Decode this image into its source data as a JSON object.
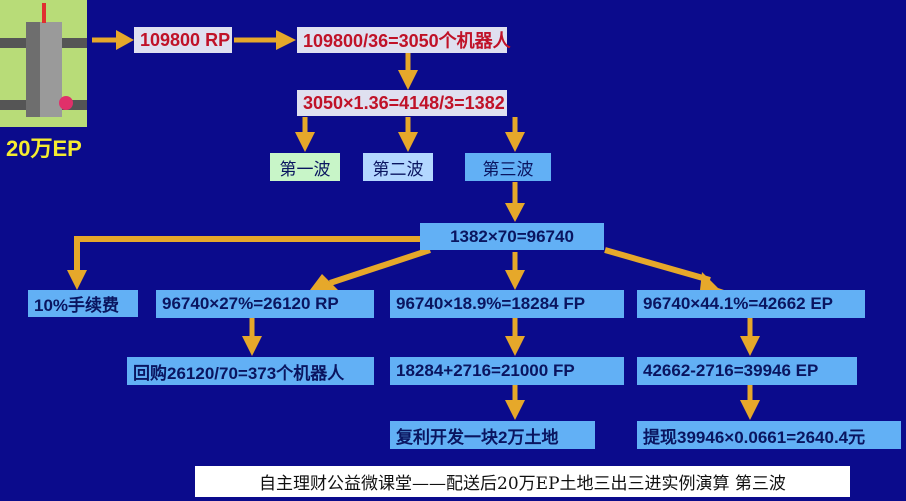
{
  "source": {
    "label": "20万EP",
    "icon": "building-icon"
  },
  "top": {
    "rp": "109800 RP",
    "robots": "109800/36=3050个机器人",
    "split": "3050×1.36=4148/3=1382"
  },
  "waves": [
    "第一波",
    "第二波",
    "第三波"
  ],
  "total": "1382×70=96740",
  "fee": "10%手续费",
  "branches": {
    "rp": [
      "96740×27%=26120 RP",
      "回购26120/70=373个机器人"
    ],
    "fp": [
      "96740×18.9%=18284 FP",
      "18284+2716=21000 FP",
      "复利开发一块2万土地"
    ],
    "ep": [
      "96740×44.1%=42662 EP",
      "42662-2716=39946 EP",
      "提现39946×0.0661=2640.4元"
    ]
  },
  "footer": "自主理财公益微课堂——配送后20万EP土地三出三进实例演算 第三波",
  "colors": {
    "arrow": "#e6a82a",
    "box": "#62b0f5",
    "background": "#0b0b8c"
  }
}
